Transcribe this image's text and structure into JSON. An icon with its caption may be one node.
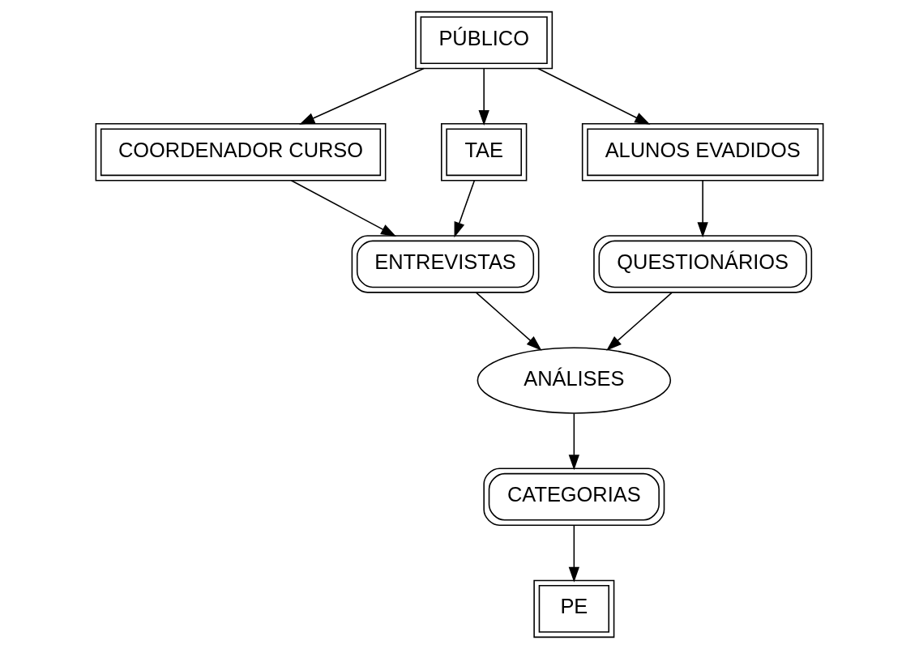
{
  "diagram": {
    "nodes": [
      {
        "text": [
          "PÚBLICO"
        ]
      },
      {
        "text": [
          "COORDENADOR CURSO"
        ]
      },
      {
        "text": [
          "TAE"
        ]
      },
      {
        "text": [
          "ALUNOS EVADIDOS"
        ]
      },
      {
        "text": [
          "ENTREVISTAS"
        ]
      },
      {
        "text": [
          "QUESTIONÁRIOS"
        ]
      },
      {
        "text": [
          "ANÁLISES"
        ]
      },
      {
        "text": [
          "CATEGORIAS"
        ]
      },
      {
        "text": [
          "PE"
        ]
      }
    ],
    "edges": [
      {
        "from": 0,
        "to": 1,
        "arrow": "to"
      },
      {
        "from": 0,
        "to": 2,
        "arrow": "to"
      },
      {
        "from": 0,
        "to": 3,
        "arrow": "to"
      },
      {
        "from": 1,
        "to": 4,
        "arrow": "to"
      },
      {
        "from": 2,
        "to": 4,
        "arrow": "to"
      },
      {
        "from": 3,
        "to": 5,
        "arrow": "to"
      },
      {
        "from": 4,
        "to": 6,
        "arrow": "to"
      },
      {
        "from": 5,
        "to": 6,
        "arrow": "to"
      },
      {
        "from": 6,
        "to": 7,
        "arrow": "to"
      },
      {
        "from": 7,
        "to": 8,
        "arrow": "to"
      }
    ]
  }
}
